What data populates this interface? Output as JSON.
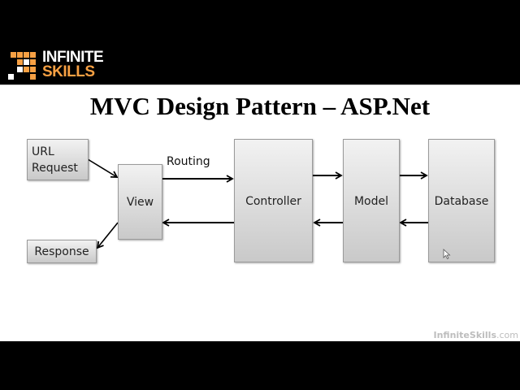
{
  "branding": {
    "logo_line1": "INFINITE",
    "logo_line2": "SKILLS",
    "accent_color": "#f7a043",
    "watermark_name": "InfiniteSkills",
    "watermark_suffix": ".com"
  },
  "slide": {
    "title": "MVC Design Pattern – ASP.Net"
  },
  "diagram": {
    "nodes": [
      {
        "id": "url-request",
        "label_line1": "URL",
        "label_line2": "Request"
      },
      {
        "id": "view",
        "label": "View"
      },
      {
        "id": "response",
        "label": "Response"
      },
      {
        "id": "controller",
        "label": "Controller"
      },
      {
        "id": "model",
        "label": "Model"
      },
      {
        "id": "database",
        "label": "Database"
      }
    ],
    "edges": [
      {
        "from": "url-request",
        "to": "view",
        "label": ""
      },
      {
        "from": "view",
        "to": "controller",
        "label": "Routing"
      },
      {
        "from": "controller",
        "to": "view",
        "label": ""
      },
      {
        "from": "view",
        "to": "response",
        "label": ""
      },
      {
        "from": "controller",
        "to": "model",
        "label": ""
      },
      {
        "from": "model",
        "to": "controller",
        "label": ""
      },
      {
        "from": "model",
        "to": "database",
        "label": ""
      },
      {
        "from": "database",
        "to": "model",
        "label": ""
      }
    ],
    "routing_label": "Routing"
  }
}
